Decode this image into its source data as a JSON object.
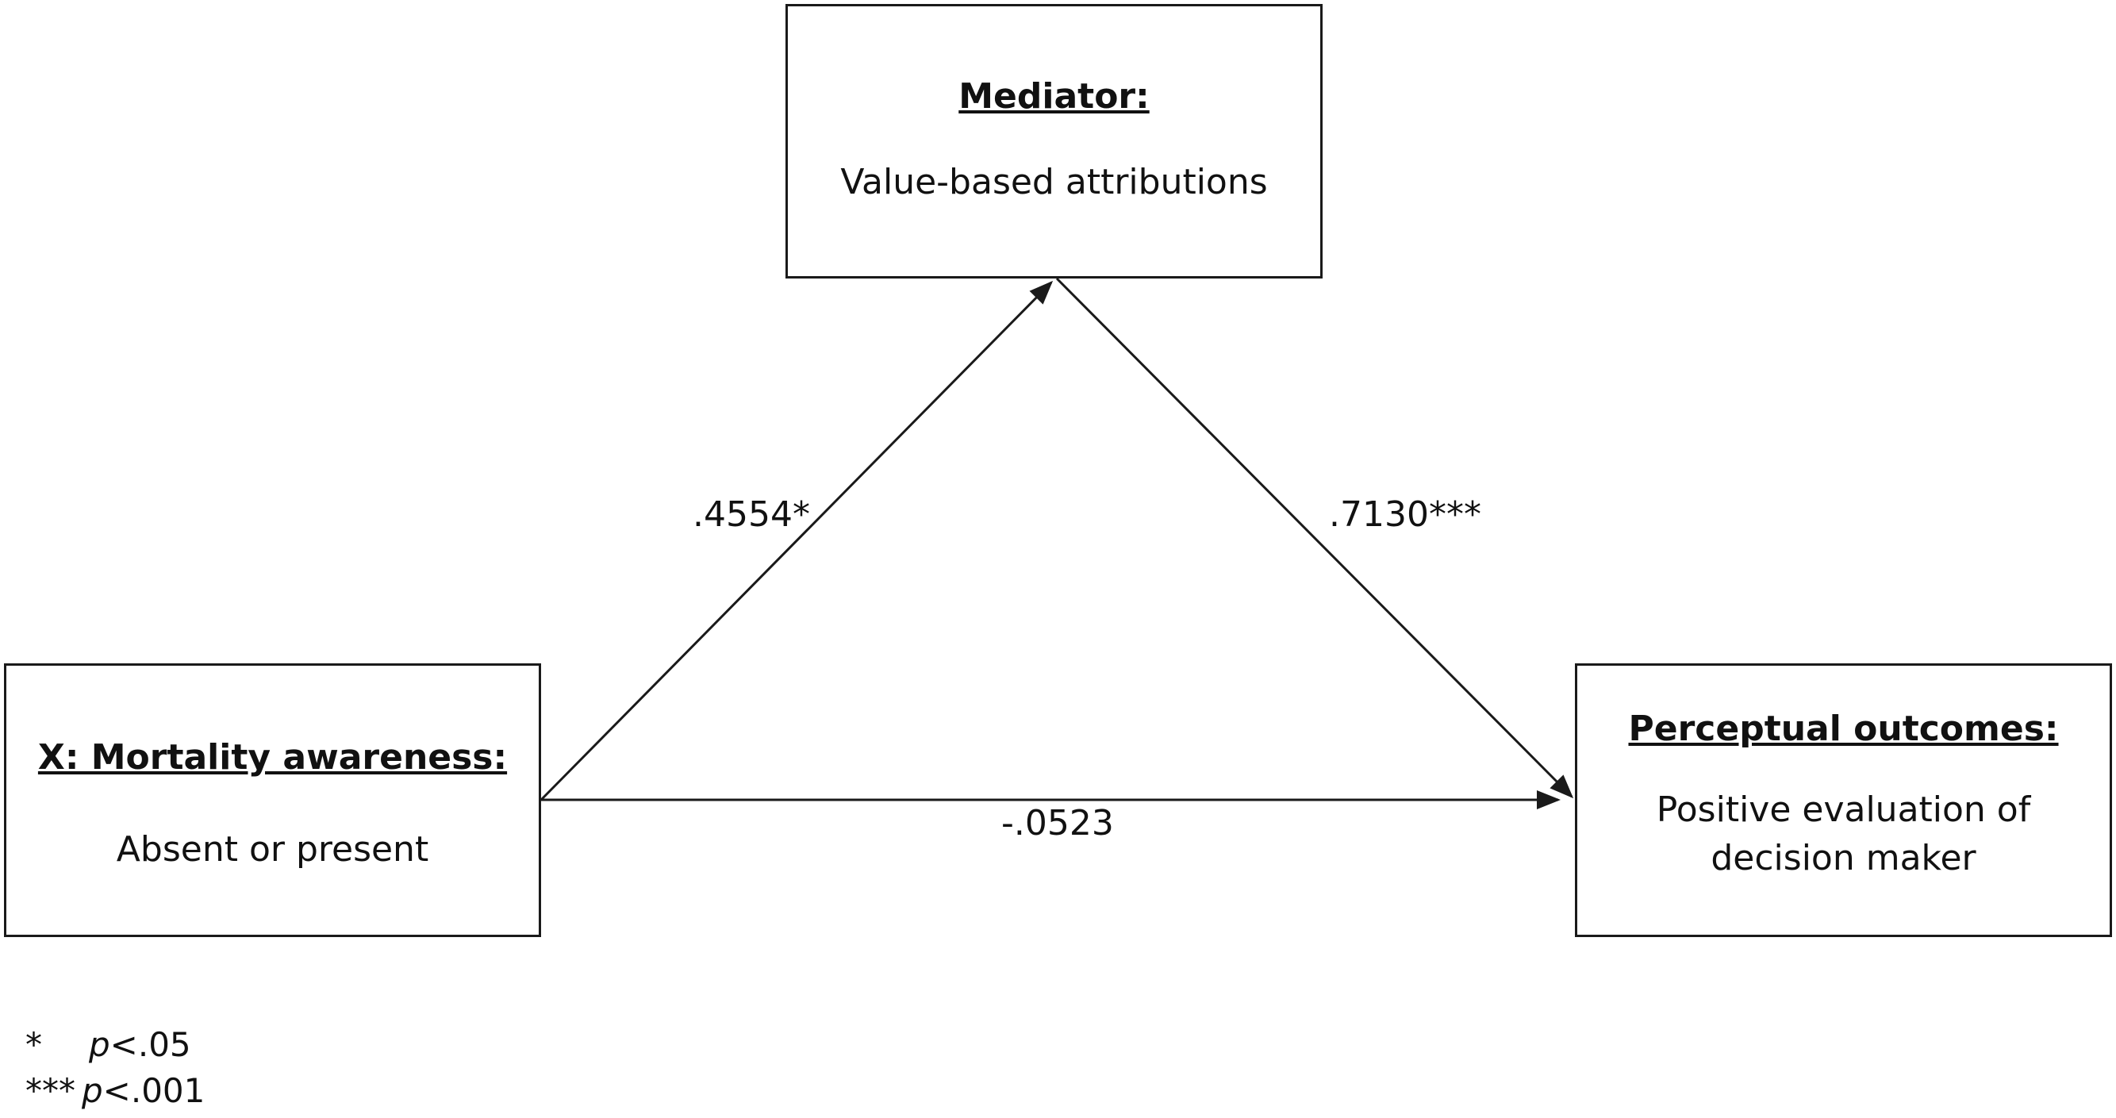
{
  "boxes": {
    "mediator": {
      "title": "Mediator:",
      "body": "Value-based attributions"
    },
    "x": {
      "title": "X: Mortality awareness:",
      "body": "Absent or present"
    },
    "y": {
      "title": "Perceptual outcomes:",
      "body": "Positive evaluation of decision maker"
    }
  },
  "paths": {
    "a": ".4554*",
    "b": ".7130***",
    "c": "-.0523"
  },
  "legend": [
    {
      "symbol": "*",
      "p": "p",
      "threshold": "<.05"
    },
    {
      "symbol": "***",
      "p": "p",
      "threshold": "<.001"
    }
  ],
  "colors": {
    "line": "#1a1a1a",
    "text": "#111111",
    "background": "#ffffff"
  }
}
